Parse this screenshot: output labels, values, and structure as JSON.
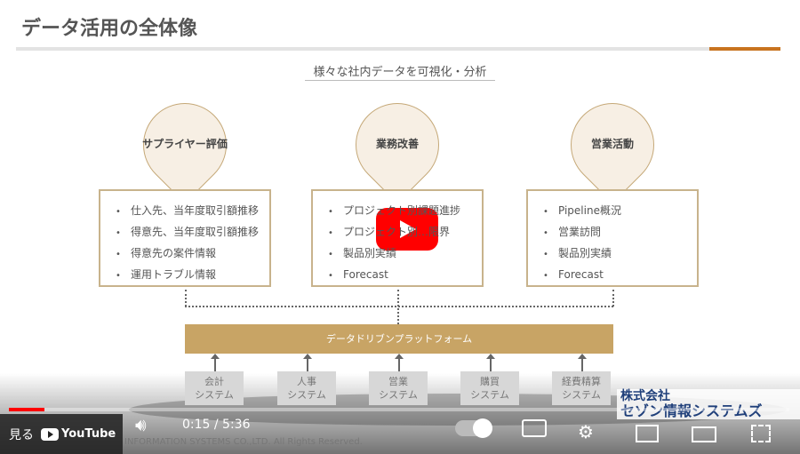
{
  "slide": {
    "title": "データ活用の全体像",
    "subtitle": "様々な社内データを可視化・分析",
    "pillars": [
      {
        "label": "サプライヤー評価",
        "items": [
          "仕入先、当年度取引額推移",
          "得意先、当年度取引額推移",
          "得意先の案件情報",
          "運用トラブル情報"
        ]
      },
      {
        "label": "業務改善",
        "items": [
          "プロジェクト別課題進捗",
          "プロジェクト別…限界",
          "製品別実績",
          "Forecast"
        ]
      },
      {
        "label": "営業活動",
        "items": [
          "Pipeline概況",
          "営業訪問",
          "製品別実績",
          "Forecast"
        ]
      }
    ],
    "platform": "データドリブンプラットフォーム",
    "systems": [
      [
        "会計",
        "システム"
      ],
      [
        "人事",
        "システム"
      ],
      [
        "営業",
        "システム"
      ],
      [
        "購買",
        "システム"
      ],
      [
        "経費精算",
        "システム"
      ]
    ],
    "copyright": "INFORMATION SYSTEMS CO.,LTD. All Rights Reserved.",
    "company": [
      "株式会社",
      "セゾン情報システムズ"
    ],
    "accent": "#c8731f"
  },
  "player": {
    "watch_label": "見る",
    "youtube_label": "YouTube",
    "time": "0:15 / 5:36",
    "progress": 0.045
  }
}
